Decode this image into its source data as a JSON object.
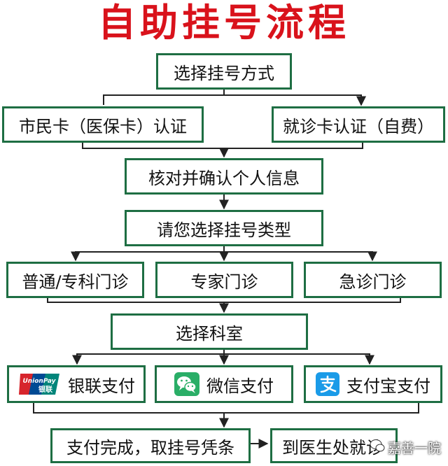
{
  "title": "自助挂号流程",
  "steps": {
    "select_method": "选择挂号方式",
    "citizen_card": "市民卡（医保卡）认证",
    "visit_card": "就诊卡认证（自费）",
    "verify_info": "核对并确认个人信息",
    "select_type": "请您选择挂号类型",
    "general": "普通/专科门诊",
    "expert": "专家门诊",
    "emergency": "急诊门诊",
    "select_dept": "选择科室",
    "unionpay": "银联支付",
    "wechat": "微信支付",
    "alipay": "支付宝支付",
    "pay_done": "支付完成，取挂号凭条",
    "to_doctor": "到医生处就诊"
  },
  "icons": {
    "unionpay_logo_text": "UnionPay",
    "unionpay_logo_cn": "银联",
    "unionpay": "unionpay-logo-icon",
    "wechat": "wechat-logo-icon",
    "alipay": "alipay-logo-icon"
  },
  "watermark": "嘉善一院",
  "colors": {
    "title": "#d9121b",
    "border": "#1e6e43",
    "line": "#222222"
  }
}
